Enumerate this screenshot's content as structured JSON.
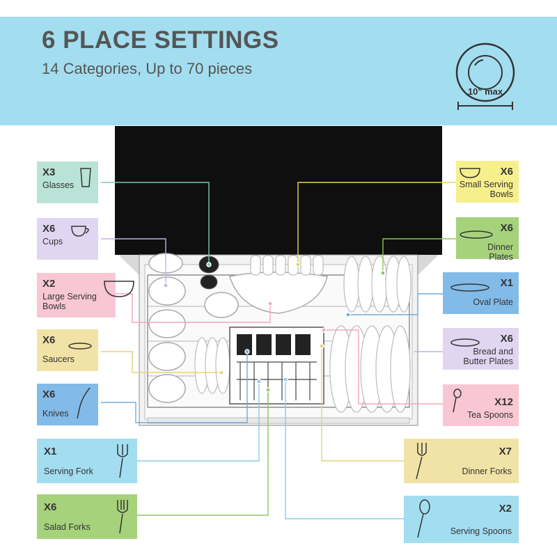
{
  "header": {
    "title": "6 PLACE SETTINGS",
    "subtitle": "14 Categories, Up to 70 pieces",
    "plate_size": "10\" max",
    "color": "#a3ddf0"
  },
  "labels": {
    "glasses": {
      "count": "X3",
      "name": "Glasses",
      "color": "#b9e3d6"
    },
    "cups": {
      "count": "X6",
      "name": "Cups",
      "color": "#e1d6f1"
    },
    "large_bowls": {
      "count": "X2",
      "name": "Large Serving Bowls",
      "color": "#f8c7d3"
    },
    "saucers": {
      "count": "X6",
      "name": "Saucers",
      "color": "#f1e3a6"
    },
    "knives": {
      "count": "X6",
      "name": "Knives",
      "color": "#82bbe8"
    },
    "serving_fork": {
      "count": "X1",
      "name": "Serving Fork",
      "color": "#a3ddf0"
    },
    "salad_forks": {
      "count": "X6",
      "name": "Salad Forks",
      "color": "#a6d27c"
    },
    "small_bowls": {
      "count": "X6",
      "name": "Small Serving Bowls",
      "color": "#f7ef8c"
    },
    "dinner_plates": {
      "count": "X6",
      "name": "Dinner Plates",
      "color": "#a6d27c"
    },
    "oval_plate": {
      "count": "X1",
      "name": "Oval Plate",
      "color": "#82bbe8"
    },
    "bread_plates": {
      "count": "X6",
      "name": "Bread and Butter Plates",
      "color": "#e1d6f1"
    },
    "tea_spoons": {
      "count": "X12",
      "name": "Tea Spoons",
      "color": "#f8c7d3"
    },
    "dinner_forks": {
      "count": "X7",
      "name": "Dinner Forks",
      "color": "#f1e3a6"
    },
    "serving_spoons": {
      "count": "X2",
      "name": "Serving Spoons",
      "color": "#a3ddf0"
    }
  }
}
